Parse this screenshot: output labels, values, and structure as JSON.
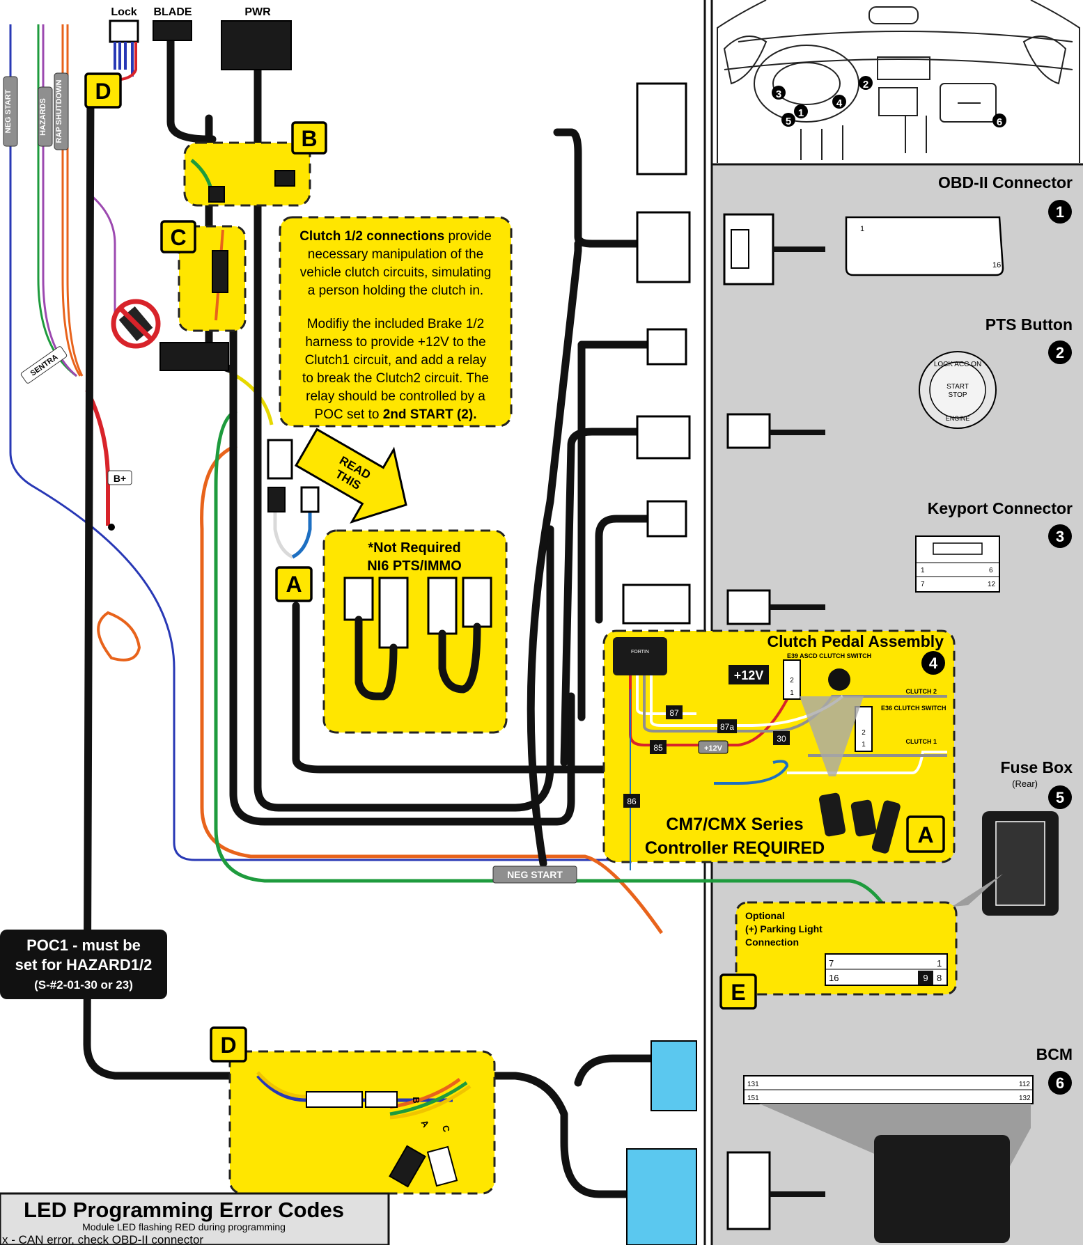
{
  "top_connectors": {
    "lock": "Lock",
    "blade": "BLADE",
    "pwr": "PWR"
  },
  "wire_tags": {
    "neg_start": "NEG START",
    "hazards": "HAZARDS",
    "rap_shutdown": "RAP SHUTDOWN",
    "sentra": "SENTRA",
    "b_plus": "B+",
    "neg_start_bottom": "NEG START"
  },
  "zone_labels": {
    "a": "A",
    "b": "B",
    "c": "C",
    "d": "D",
    "e": "E"
  },
  "clutch_note": {
    "line1_bold": "Clutch 1/2 connections",
    "line1_rest": " provide",
    "line2": "necessary manipulation of the",
    "line3": "vehicle clutch circuits, simulating",
    "line4": "a person holding the clutch in.",
    "line5": "Modifiy the included Brake 1/2",
    "line6": "harness to provide +12V to the",
    "line7": "Clutch1 circuit, and add a relay",
    "line8": "to break the Clutch2 circuit. The",
    "line9": "relay should be controlled by a",
    "line10_rest": "POC set to ",
    "line10_bold": "2nd START (2)."
  },
  "read_this": {
    "line1": "READ",
    "line2": "THIS"
  },
  "not_required": {
    "line1": "*Not Required",
    "line2": "NI6 PTS/IMMO"
  },
  "clutch_assembly": {
    "title": "Clutch Pedal Assembly",
    "e39": "E39 ASCD CLUTCH SWITCH",
    "e36": "E36 CLUTCH SWITCH",
    "clutch2": "CLUTCH 2",
    "clutch1": "CLUTCH 1",
    "plus12v": "+12V",
    "plus12v_small": "+12V",
    "relay_pins": [
      "87",
      "87a",
      "85",
      "30",
      "86"
    ],
    "switch_pins": [
      "2",
      "1"
    ],
    "module_brand": "FORTIN",
    "controller_line1": "CM7/CMX Series",
    "controller_line2": "Controller REQUIRED",
    "badge": "A"
  },
  "poc_note": {
    "line1": "POC1 - must be",
    "line2": "set for HAZARD1/2",
    "line3": "(S-#2-01-30 or 23)"
  },
  "parking_light": {
    "line1": "Optional",
    "line2": "(+) Parking Light",
    "line3": "Connection",
    "pins": [
      "7",
      "1",
      "16",
      "9",
      "8"
    ]
  },
  "loom_letters": [
    "B",
    "A",
    "C"
  ],
  "led_panel": {
    "title": "LED Programming Error Codes",
    "subtitle": "Module LED flashing RED during programming",
    "first_row": "x - CAN error, check OBD-II connector"
  },
  "right_panel": {
    "obd": {
      "title": "OBD-II Connector",
      "num": "1",
      "pin_first": "1",
      "pin_last": "16"
    },
    "pts": {
      "title": "PTS Button",
      "num": "2",
      "button_top": "LOCK   ACC   ON",
      "button_mid1": "START",
      "button_mid2": "STOP",
      "button_bottom": "ENGINE"
    },
    "keyport": {
      "title": "Keyport Connector",
      "num": "3",
      "pins": [
        "1",
        "6",
        "7",
        "12"
      ]
    },
    "fusebox": {
      "title": "Fuse Box",
      "sub": "(Rear)",
      "num": "5"
    },
    "bcm": {
      "title": "BCM",
      "num": "6",
      "pins": [
        "131",
        "112",
        "151",
        "132"
      ]
    },
    "clutch_num": "4",
    "dash_markers": [
      "3",
      "1",
      "2",
      "4",
      "5",
      "6"
    ]
  },
  "colors": {
    "yellow": "#ffe600",
    "panel_gray": "#cfcfcf",
    "blue_connector": "#5bc8ef"
  }
}
